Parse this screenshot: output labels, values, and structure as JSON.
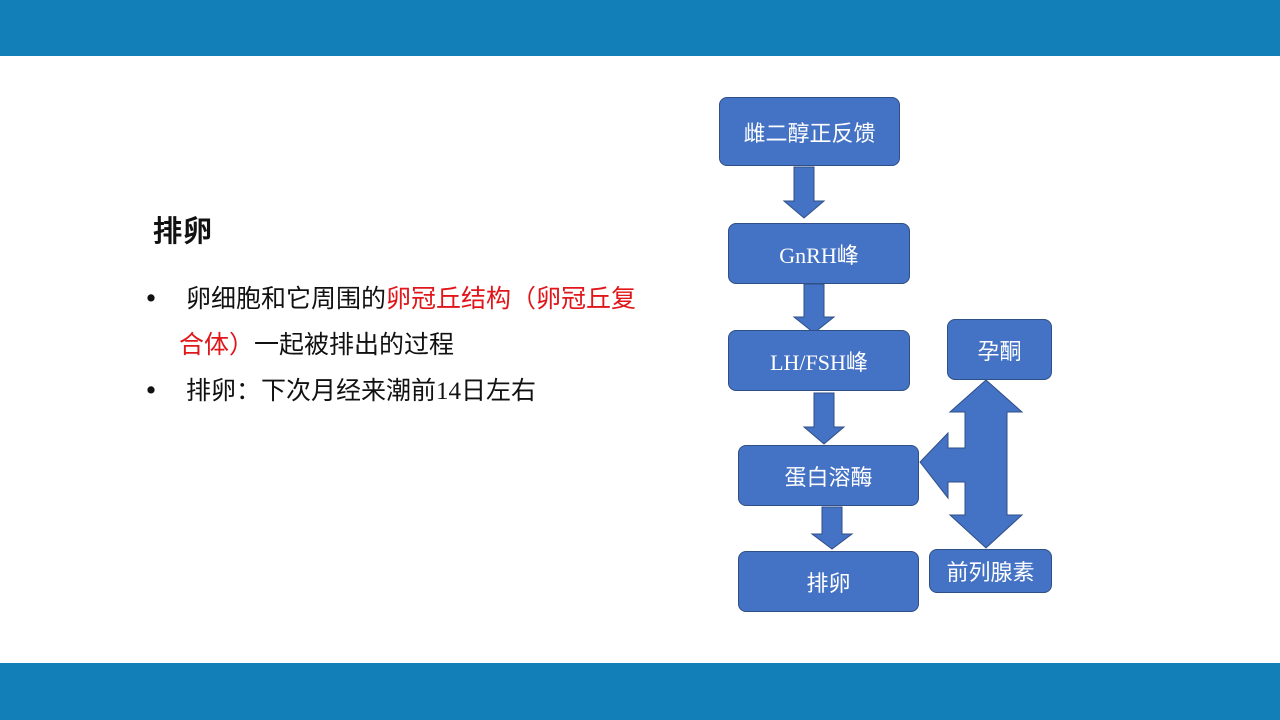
{
  "slide": {
    "title": "排卵",
    "bullets": [
      {
        "marker": "•",
        "line1_normal": "卵细胞和它周围的",
        "line1_red": "卵冠丘结构（卵冠丘复",
        "line2_red": "合体）",
        "line2_normal": "一起被排出的过程"
      },
      {
        "marker": "•",
        "before_number": "排卵：下次月经来潮前",
        "number": "14",
        "after_number": "日左右"
      }
    ]
  },
  "diagram": {
    "boxes": {
      "estradiol": "雌二醇正反馈",
      "gnrh": "GnRH峰",
      "lh_fsh": "LH/FSH峰",
      "protease": "蛋白溶酶",
      "ovulation": "排卵",
      "progesterone": "孕酮",
      "prostaglandin": "前列腺素"
    },
    "colors": {
      "box_fill": "#4472c4",
      "box_border": "#2f4f87",
      "arrow_fill": "#4472c4",
      "band": "#137fb8",
      "highlight_text": "#e0161a"
    }
  }
}
